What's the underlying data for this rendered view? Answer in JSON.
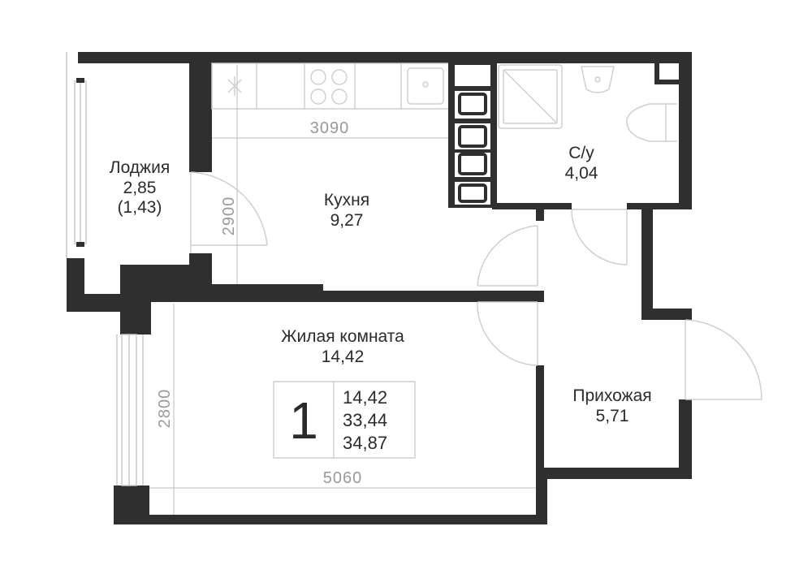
{
  "rooms": {
    "loggia": {
      "name": "Лоджия",
      "area": "2,85",
      "area_reduced": "(1,43)"
    },
    "kitchen": {
      "name": "Кухня",
      "area": "9,27"
    },
    "bathroom": {
      "name": "С/у",
      "area": "4,04"
    },
    "living": {
      "name": "Жилая комната",
      "area": "14,42"
    },
    "hall": {
      "name": "Прихожая",
      "area": "5,71"
    }
  },
  "dimensions": {
    "kitchen_width": "3090",
    "kitchen_depth": "2900",
    "living_depth": "2800",
    "living_width": "5060"
  },
  "summary": {
    "rooms_count": "1",
    "living_area": "14,42",
    "total_area": "33,44",
    "total_with_loggia": "34,87"
  }
}
